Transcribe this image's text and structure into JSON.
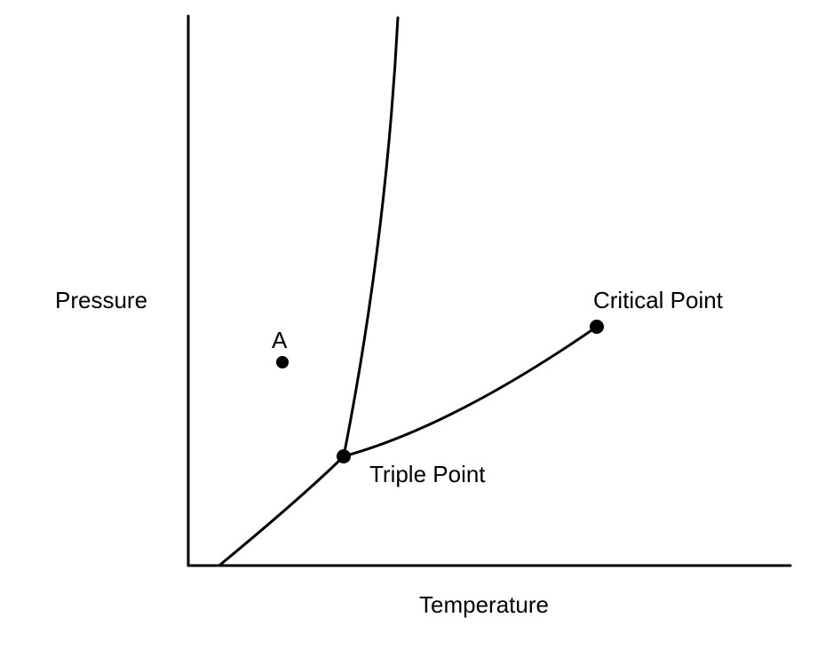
{
  "diagram": {
    "x_axis_label": "Temperature",
    "y_axis_label": "Pressure",
    "points": {
      "a": "A",
      "triple": "Triple Point",
      "critical": "Critical Point"
    }
  }
}
